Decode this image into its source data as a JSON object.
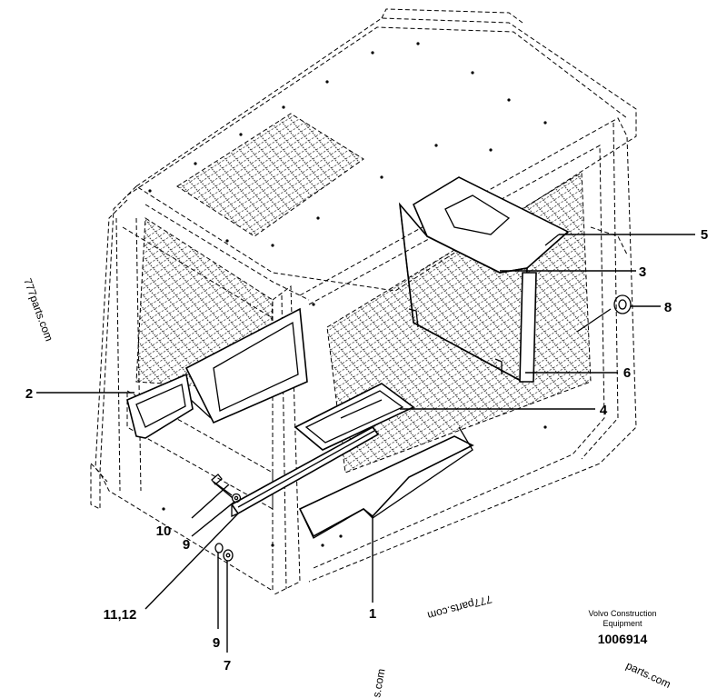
{
  "callouts": {
    "c1": "1",
    "c2": "2",
    "c3": "3",
    "c4": "4",
    "c5": "5",
    "c6": "6",
    "c7": "7",
    "c8": "8",
    "c9a": "9",
    "c9b": "9",
    "c10": "10",
    "c11_12": "11,12"
  },
  "manufacturer": {
    "line1": "Volvo Construction",
    "line2": "Equipment"
  },
  "part_number": "1006914",
  "watermarks": {
    "left": "777parts.com",
    "center": "777parts.com",
    "bottom": "s.com",
    "right": "parts.com"
  }
}
